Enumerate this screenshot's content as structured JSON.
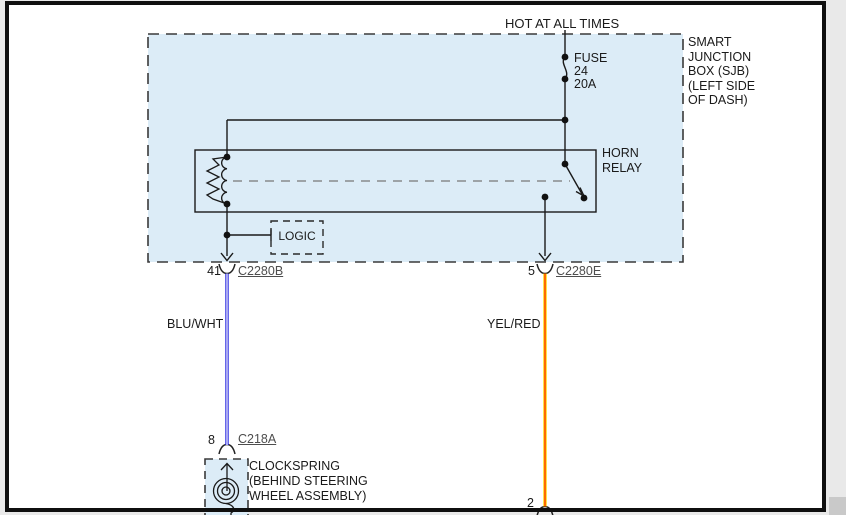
{
  "diagram": {
    "power_label": "HOT AT ALL TIMES",
    "fuse": {
      "lines": [
        "FUSE",
        "24",
        "20A"
      ]
    },
    "sjb": {
      "label_lines": [
        "SMART",
        "JUNCTION",
        "BOX (SJB)",
        "(LEFT SIDE",
        "OF DASH)"
      ],
      "fill": "#dcecf7"
    },
    "relay": {
      "label_lines": [
        "HORN",
        "RELAY"
      ]
    },
    "logic": {
      "label": "LOGIC"
    },
    "connectors": {
      "c2280b": {
        "pin": "41",
        "name": "C2280B"
      },
      "c2280e": {
        "pin": "5",
        "name": "C2280E"
      },
      "c218a": {
        "pin": "8",
        "name": "C218A"
      },
      "bottom": {
        "pin": "2"
      }
    },
    "wires": {
      "left": {
        "label": "BLU/WHT",
        "color": "#2626e0",
        "stripe": "#ffffff"
      },
      "right": {
        "label": "YEL/RED",
        "color": "#ffd400",
        "stripe": "#ff3300"
      }
    },
    "clockspring": {
      "label_lines": [
        "CLOCKSPRING",
        "(BEHIND STEERING",
        "WHEEL ASSEMBLY)"
      ]
    },
    "colors": {
      "line": "#1a1a1a",
      "dash": "#3a3a3a",
      "actuation_dash": "#777777",
      "link_text": "#4d4d4d",
      "frame": "#0f0f0f",
      "box_fill": "#dcecf7"
    }
  }
}
